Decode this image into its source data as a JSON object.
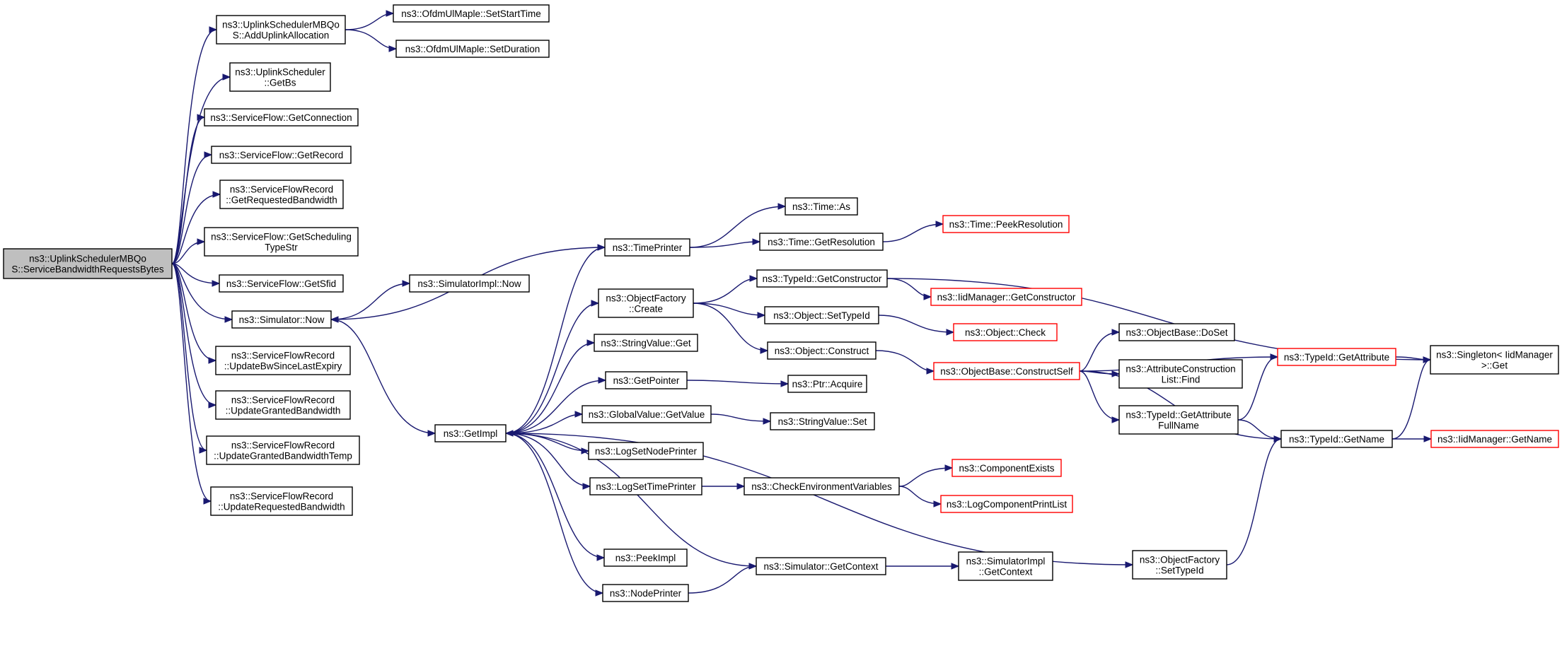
{
  "colors": {
    "edge": "#191970",
    "root_fill": "#bfbfbf",
    "incomplete_border": "#ff0000",
    "node_border": "#000000"
  },
  "nodes": [
    {
      "id": "root",
      "lines": [
        "ns3::UplinkSchedulerMBQo",
        "S::ServiceBandwidthRequestsBytes"
      ],
      "style": "root"
    },
    {
      "id": "addUplink",
      "lines": [
        "ns3::UplinkSchedulerMBQo",
        "S::AddUplinkAllocation"
      ],
      "style": "normal"
    },
    {
      "id": "setStartTime",
      "lines": [
        "ns3::OfdmUlMaple::SetStartTime"
      ],
      "style": "normal"
    },
    {
      "id": "setDuration",
      "lines": [
        "ns3::OfdmUlMaple::SetDuration"
      ],
      "style": "normal"
    },
    {
      "id": "getBs",
      "lines": [
        "ns3::UplinkScheduler",
        "::GetBs"
      ],
      "style": "normal"
    },
    {
      "id": "getConnection",
      "lines": [
        "ns3::ServiceFlow::GetConnection"
      ],
      "style": "normal"
    },
    {
      "id": "getRecord",
      "lines": [
        "ns3::ServiceFlow::GetRecord"
      ],
      "style": "normal"
    },
    {
      "id": "getReqBw",
      "lines": [
        "ns3::ServiceFlowRecord",
        "::GetRequestedBandwidth"
      ],
      "style": "normal"
    },
    {
      "id": "getSchedTypeStr",
      "lines": [
        "ns3::ServiceFlow::GetScheduling",
        "TypeStr"
      ],
      "style": "normal"
    },
    {
      "id": "getSfid",
      "lines": [
        "ns3::ServiceFlow::GetSfid"
      ],
      "style": "normal"
    },
    {
      "id": "simNow",
      "lines": [
        "ns3::Simulator::Now"
      ],
      "style": "normal"
    },
    {
      "id": "simImplNow",
      "lines": [
        "ns3::SimulatorImpl::Now"
      ],
      "style": "normal"
    },
    {
      "id": "updBwSince",
      "lines": [
        "ns3::ServiceFlowRecord",
        "::UpdateBwSinceLastExpiry"
      ],
      "style": "normal"
    },
    {
      "id": "updGranted",
      "lines": [
        "ns3::ServiceFlowRecord",
        "::UpdateGrantedBandwidth"
      ],
      "style": "normal"
    },
    {
      "id": "updGrantedTemp",
      "lines": [
        "ns3::ServiceFlowRecord",
        "::UpdateGrantedBandwidthTemp"
      ],
      "style": "normal"
    },
    {
      "id": "updReq",
      "lines": [
        "ns3::ServiceFlowRecord",
        "::UpdateRequestedBandwidth"
      ],
      "style": "normal"
    },
    {
      "id": "getImpl",
      "lines": [
        "ns3::GetImpl"
      ],
      "style": "normal"
    },
    {
      "id": "timePrinter",
      "lines": [
        "ns3::TimePrinter"
      ],
      "style": "normal"
    },
    {
      "id": "objFactCreate",
      "lines": [
        "ns3::ObjectFactory",
        "::Create"
      ],
      "style": "normal"
    },
    {
      "id": "strValGet",
      "lines": [
        "ns3::StringValue::Get"
      ],
      "style": "normal"
    },
    {
      "id": "getPointer",
      "lines": [
        "ns3::GetPointer"
      ],
      "style": "normal"
    },
    {
      "id": "globalGetValue",
      "lines": [
        "ns3::GlobalValue::GetValue"
      ],
      "style": "normal"
    },
    {
      "id": "logSetNodePrinter",
      "lines": [
        "ns3::LogSetNodePrinter"
      ],
      "style": "normal"
    },
    {
      "id": "logSetTimePrinter",
      "lines": [
        "ns3::LogSetTimePrinter"
      ],
      "style": "normal"
    },
    {
      "id": "peekImpl",
      "lines": [
        "ns3::PeekImpl"
      ],
      "style": "normal"
    },
    {
      "id": "nodePrinter",
      "lines": [
        "ns3::NodePrinter"
      ],
      "style": "normal"
    },
    {
      "id": "timeAs",
      "lines": [
        "ns3::Time::As"
      ],
      "style": "normal"
    },
    {
      "id": "timeGetRes",
      "lines": [
        "ns3::Time::GetResolution"
      ],
      "style": "normal"
    },
    {
      "id": "timePeekRes",
      "lines": [
        "ns3::Time::PeekResolution"
      ],
      "style": "red"
    },
    {
      "id": "typeIdGetCtor",
      "lines": [
        "ns3::TypeId::GetConstructor"
      ],
      "style": "normal"
    },
    {
      "id": "iidMgrGetCtor",
      "lines": [
        "ns3::IidManager::GetConstructor"
      ],
      "style": "red"
    },
    {
      "id": "objSetTypeId",
      "lines": [
        "ns3::Object::SetTypeId"
      ],
      "style": "normal"
    },
    {
      "id": "objCheck",
      "lines": [
        "ns3::Object::Check"
      ],
      "style": "red"
    },
    {
      "id": "objConstruct",
      "lines": [
        "ns3::Object::Construct"
      ],
      "style": "normal"
    },
    {
      "id": "objBaseConstructSelf",
      "lines": [
        "ns3::ObjectBase::ConstructSelf"
      ],
      "style": "red"
    },
    {
      "id": "objBaseDoSet",
      "lines": [
        "ns3::ObjectBase::DoSet"
      ],
      "style": "normal"
    },
    {
      "id": "attrConstrFind",
      "lines": [
        "ns3::AttributeConstruction",
        "List::Find"
      ],
      "style": "normal"
    },
    {
      "id": "typeIdGetAttrFull",
      "lines": [
        "ns3::TypeId::GetAttribute",
        "FullName"
      ],
      "style": "normal"
    },
    {
      "id": "typeIdGetAttr",
      "lines": [
        "ns3::TypeId::GetAttribute"
      ],
      "style": "red"
    },
    {
      "id": "singletonGet",
      "lines": [
        "ns3::Singleton< IidManager",
        ">::Get"
      ],
      "style": "normal"
    },
    {
      "id": "typeIdGetName",
      "lines": [
        "ns3::TypeId::GetName"
      ],
      "style": "normal"
    },
    {
      "id": "iidMgrGetName",
      "lines": [
        "ns3::IidManager::GetName"
      ],
      "style": "red"
    },
    {
      "id": "ptrAcquire",
      "lines": [
        "ns3::Ptr::Acquire"
      ],
      "style": "normal"
    },
    {
      "id": "strValSet",
      "lines": [
        "ns3::StringValue::Set"
      ],
      "style": "normal"
    },
    {
      "id": "checkEnvVars",
      "lines": [
        "ns3::CheckEnvironmentVariables"
      ],
      "style": "normal"
    },
    {
      "id": "componentExists",
      "lines": [
        "ns3::ComponentExists"
      ],
      "style": "red"
    },
    {
      "id": "logCompPrintList",
      "lines": [
        "ns3::LogComponentPrintList"
      ],
      "style": "red"
    },
    {
      "id": "simGetContext",
      "lines": [
        "ns3::Simulator::GetContext"
      ],
      "style": "normal"
    },
    {
      "id": "simImplGetContext",
      "lines": [
        "ns3::SimulatorImpl",
        "::GetContext"
      ],
      "style": "normal"
    },
    {
      "id": "objFactSetTypeId",
      "lines": [
        "ns3::ObjectFactory",
        "::SetTypeId"
      ],
      "style": "normal"
    }
  ],
  "edges": [
    [
      "root",
      "addUplink"
    ],
    [
      "root",
      "getBs"
    ],
    [
      "root",
      "getConnection"
    ],
    [
      "root",
      "getRecord"
    ],
    [
      "root",
      "getReqBw"
    ],
    [
      "root",
      "getSchedTypeStr"
    ],
    [
      "root",
      "getSfid"
    ],
    [
      "root",
      "simNow"
    ],
    [
      "root",
      "updBwSince"
    ],
    [
      "root",
      "updGranted"
    ],
    [
      "root",
      "updGrantedTemp"
    ],
    [
      "root",
      "updReq"
    ],
    [
      "addUplink",
      "setStartTime"
    ],
    [
      "addUplink",
      "setDuration"
    ],
    [
      "simNow",
      "simImplNow"
    ],
    [
      "simNow",
      "getImpl"
    ],
    [
      "getImpl",
      "timePrinter"
    ],
    [
      "getImpl",
      "objFactCreate"
    ],
    [
      "getImpl",
      "strValGet"
    ],
    [
      "getImpl",
      "getPointer"
    ],
    [
      "getImpl",
      "globalGetValue"
    ],
    [
      "getImpl",
      "logSetNodePrinter"
    ],
    [
      "getImpl",
      "logSetTimePrinter"
    ],
    [
      "getImpl",
      "peekImpl"
    ],
    [
      "getImpl",
      "nodePrinter"
    ],
    [
      "getImpl",
      "objFactSetTypeId"
    ],
    [
      "timePrinter",
      "timeAs"
    ],
    [
      "timePrinter",
      "timeGetRes"
    ],
    [
      "timePrinter",
      "simNow"
    ],
    [
      "timeGetRes",
      "timePeekRes"
    ],
    [
      "objFactCreate",
      "typeIdGetCtor"
    ],
    [
      "objFactCreate",
      "objSetTypeId"
    ],
    [
      "objFactCreate",
      "objConstruct"
    ],
    [
      "typeIdGetCtor",
      "iidMgrGetCtor"
    ],
    [
      "typeIdGetCtor",
      "singletonGet"
    ],
    [
      "objSetTypeId",
      "objCheck"
    ],
    [
      "objConstruct",
      "objBaseConstructSelf"
    ],
    [
      "objBaseConstructSelf",
      "objBaseDoSet"
    ],
    [
      "objBaseConstructSelf",
      "attrConstrFind"
    ],
    [
      "objBaseConstructSelf",
      "typeIdGetAttrFull"
    ],
    [
      "objBaseConstructSelf",
      "typeIdGetAttr"
    ],
    [
      "objBaseConstructSelf",
      "typeIdGetName"
    ],
    [
      "typeIdGetAttrFull",
      "typeIdGetAttr"
    ],
    [
      "typeIdGetAttrFull",
      "typeIdGetName"
    ],
    [
      "typeIdGetAttr",
      "singletonGet"
    ],
    [
      "typeIdGetName",
      "singletonGet"
    ],
    [
      "typeIdGetName",
      "iidMgrGetName"
    ],
    [
      "getPointer",
      "ptrAcquire"
    ],
    [
      "globalGetValue",
      "strValSet"
    ],
    [
      "logSetTimePrinter",
      "checkEnvVars"
    ],
    [
      "checkEnvVars",
      "componentExists"
    ],
    [
      "checkEnvVars",
      "logCompPrintList"
    ],
    [
      "nodePrinter",
      "simGetContext"
    ],
    [
      "simGetContext",
      "simImplGetContext"
    ],
    [
      "simGetContext",
      "getImpl"
    ],
    [
      "objFactSetTypeId",
      "typeIdGetName"
    ]
  ]
}
